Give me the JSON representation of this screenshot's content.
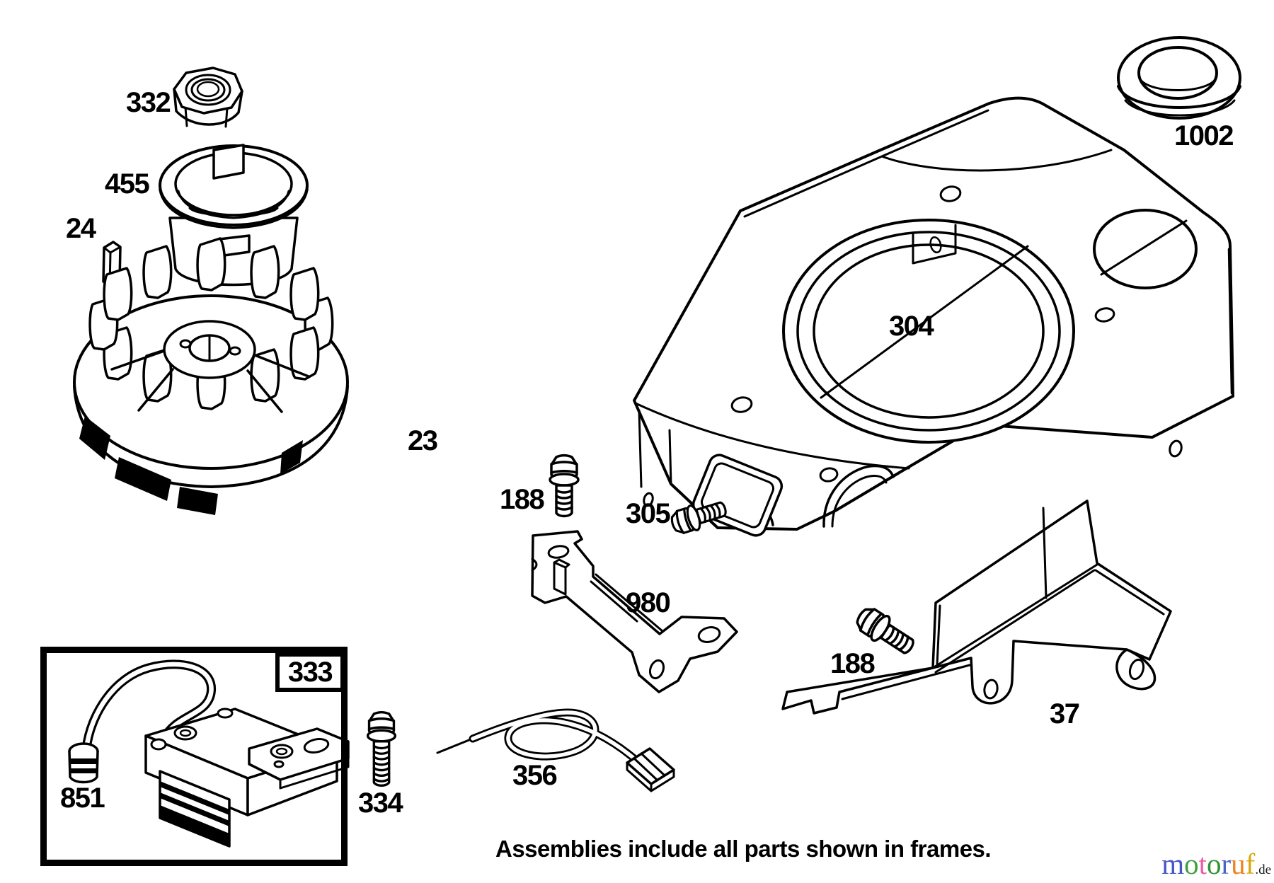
{
  "caption": "Assemblies include all parts shown in frames.",
  "watermark": {
    "letters": [
      {
        "ch": "m",
        "color": "#4556c4"
      },
      {
        "ch": "o",
        "color": "#3da03d"
      },
      {
        "ch": "t",
        "color": "#ea5fa8"
      },
      {
        "ch": "o",
        "color": "#2f9431"
      },
      {
        "ch": "r",
        "color": "#4c63cf"
      },
      {
        "ch": "u",
        "color": "#ef8322"
      },
      {
        "ch": "f",
        "color": "#d9a70e"
      }
    ],
    "suffix": ".de",
    "suffix_color": "#1a1a1a"
  },
  "part_labels": {
    "nut": "332",
    "starter_cup": "455",
    "key": "24",
    "flywheel": "23",
    "grommet": "1002",
    "blower_housing": "304",
    "bolt_center": "188",
    "screw_small": "305",
    "bracket_bottom": "980",
    "bolt_right": "188",
    "bracket_side": "37",
    "assembly_frame": "333",
    "ignition_coil": "851",
    "bolt_long": "334",
    "stop_wire": "356"
  },
  "colors": {
    "ink": "#000000",
    "paper": "#ffffff"
  }
}
